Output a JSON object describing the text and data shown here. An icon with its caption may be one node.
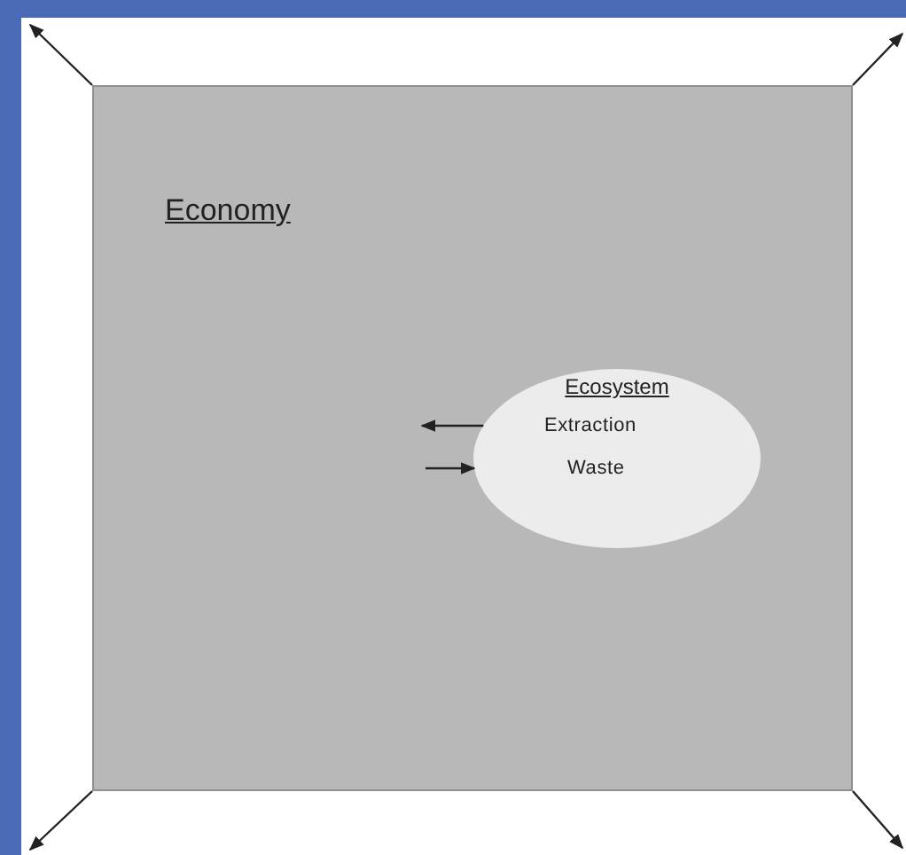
{
  "diagram": {
    "nodes": [
      {
        "text": [
          "Economy"
        ]
      },
      {
        "text": [
          "Ecosystem"
        ],
        "in": 0
      }
    ],
    "edges": [
      {
        "from": 0,
        "to": null,
        "arrow": "to"
      },
      {
        "from": 0,
        "to": null,
        "arrow": "to"
      },
      {
        "from": 0,
        "to": null,
        "arrow": "to"
      },
      {
        "from": 0,
        "to": null,
        "arrow": "to"
      },
      {
        "from": 1,
        "to": null,
        "arrow": "to",
        "label": "Extraction"
      },
      {
        "from": null,
        "to": 1,
        "arrow": "to",
        "label": "Waste"
      }
    ]
  }
}
